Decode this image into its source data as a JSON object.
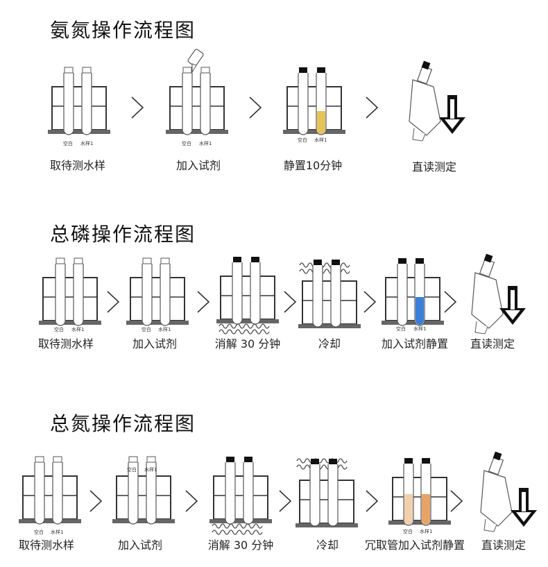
{
  "sections": [
    {
      "title": "氨氮操作流程图",
      "steps": [
        "取待测水样",
        "加入试剂",
        "静置10分钟",
        "直读测定"
      ]
    },
    {
      "title": "总磷操作流程图",
      "steps": [
        "取待测水样",
        "加入试剂",
        "消解 30 分钟",
        "冷却",
        "加入试剂静置",
        "直读测定"
      ]
    },
    {
      "title": "总氮操作流程图",
      "steps": [
        "取待测水样",
        "加入试剂",
        "消解 30 分钟",
        "冷却",
        "冗取管加入试剂静置",
        "直读测定"
      ]
    }
  ],
  "tube_labels": {
    "blank": "空白",
    "sample": "水样1"
  },
  "colors": {
    "yellow_liquid": "#e8c35a",
    "blue_liquid": "#3a7fd8",
    "orange_liquid": "#e8a466",
    "rack": "#333333",
    "base": "#666666"
  },
  "icons": [
    "arrow-chevron-icon",
    "reagent-dropper-icon",
    "heat-waves-icon",
    "photometer-icon",
    "down-arrow-icon"
  ]
}
